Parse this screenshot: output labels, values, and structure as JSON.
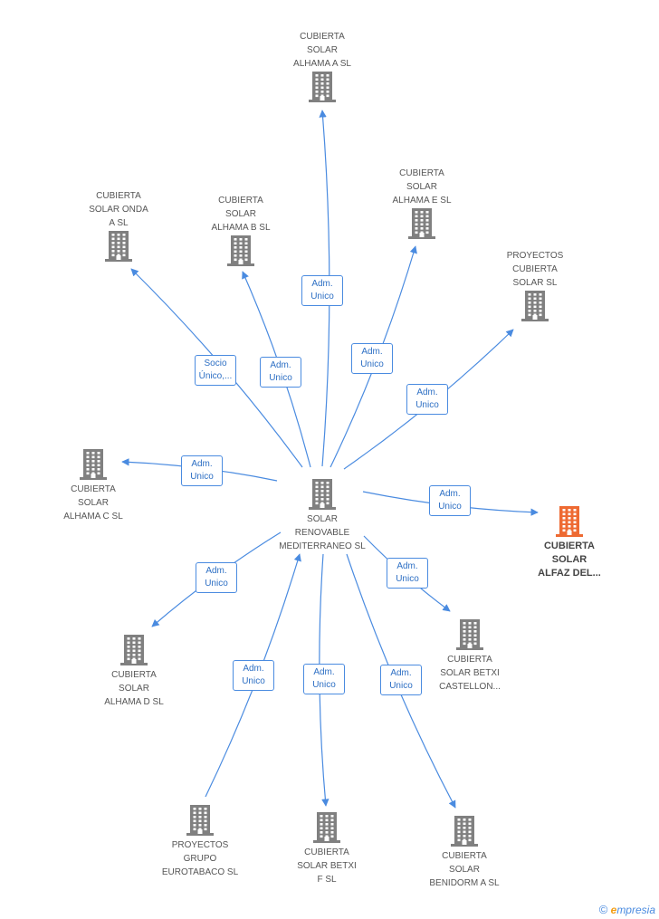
{
  "colors": {
    "edge": "#4a8be0",
    "node": "#808080",
    "target": "#ee6a32"
  },
  "nodes": {
    "center": {
      "lines": [
        "SOLAR",
        "RENOVABLE",
        "MEDITERRANEO SL"
      ]
    },
    "alhama_a": {
      "lines": [
        "CUBIERTA",
        "SOLAR",
        "ALHAMA A SL"
      ]
    },
    "onda": {
      "lines": [
        "CUBIERTA",
        "SOLAR ONDA",
        "A SL"
      ]
    },
    "alhama_b": {
      "lines": [
        "CUBIERTA",
        "SOLAR",
        "ALHAMA B SL"
      ]
    },
    "alhama_e": {
      "lines": [
        "CUBIERTA",
        "SOLAR",
        "ALHAMA E SL"
      ]
    },
    "proyectos_cubierta": {
      "lines": [
        "PROYECTOS",
        "CUBIERTA",
        "SOLAR  SL"
      ]
    },
    "alhama_c": {
      "lines": [
        "CUBIERTA",
        "SOLAR",
        "ALHAMA C SL"
      ]
    },
    "alfaz": {
      "lines": [
        "CUBIERTA",
        "SOLAR",
        "ALFAZ DEL..."
      ]
    },
    "alhama_d": {
      "lines": [
        "CUBIERTA",
        "SOLAR",
        "ALHAMA D SL"
      ]
    },
    "betxi_castellon": {
      "lines": [
        "CUBIERTA",
        "SOLAR BETXI",
        "CASTELLON..."
      ]
    },
    "eurotabaco": {
      "lines": [
        "PROYECTOS",
        "GRUPO",
        "EUROTABACO SL"
      ]
    },
    "betxi_f": {
      "lines": [
        "CUBIERTA",
        "SOLAR BETXI",
        "F SL"
      ]
    },
    "benidorm": {
      "lines": [
        "CUBIERTA",
        "SOLAR",
        "BENIDORM A  SL"
      ]
    }
  },
  "edges": [
    {
      "to": "alhama_a",
      "lines": [
        "Adm.",
        "Unico"
      ]
    },
    {
      "to": "onda",
      "lines": [
        "Socio",
        "Único,..."
      ]
    },
    {
      "to": "alhama_b",
      "lines": [
        "Adm.",
        "Unico"
      ]
    },
    {
      "to": "alhama_e",
      "lines": [
        "Adm.",
        "Unico"
      ]
    },
    {
      "to": "proyectos_cubierta",
      "lines": [
        "Adm.",
        "Unico"
      ]
    },
    {
      "to": "alhama_c",
      "lines": [
        "Adm.",
        "Unico"
      ]
    },
    {
      "to": "alfaz",
      "lines": [
        "Adm.",
        "Unico"
      ]
    },
    {
      "to": "alhama_d",
      "lines": [
        "Adm.",
        "Unico"
      ]
    },
    {
      "to": "betxi_castellon",
      "lines": [
        "Adm.",
        "Unico"
      ]
    },
    {
      "to": "eurotabaco",
      "lines": [
        "Adm.",
        "Unico"
      ]
    },
    {
      "to": "betxi_f",
      "lines": [
        "Adm.",
        "Unico"
      ]
    },
    {
      "to": "benidorm",
      "lines": [
        "Adm.",
        "Unico"
      ]
    }
  ],
  "brand": {
    "copyright": "©",
    "e": "e",
    "rest": "mpresia"
  }
}
